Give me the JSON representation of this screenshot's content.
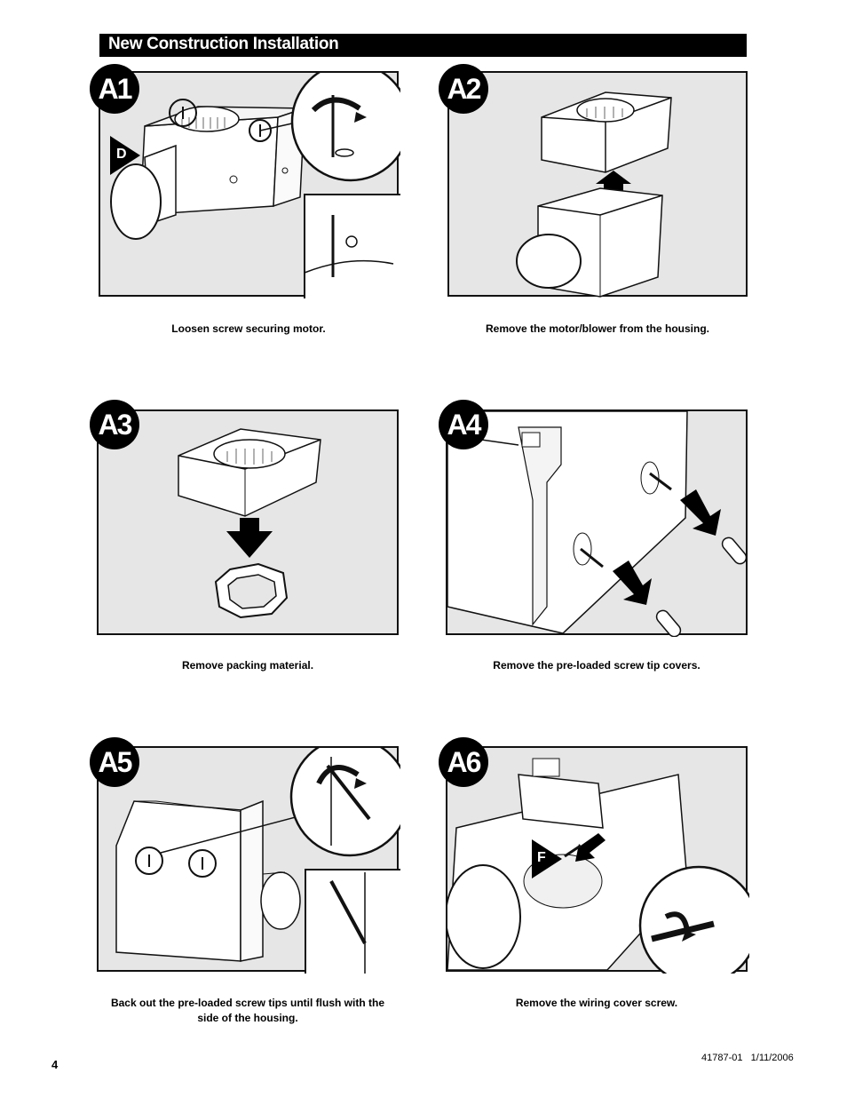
{
  "header": {
    "title": "New Construction Installation"
  },
  "steps": [
    {
      "id": "A1",
      "caption": "Loosen screw securing motor.",
      "marker": "D"
    },
    {
      "id": "A2",
      "caption": "Remove the motor/blower from the housing."
    },
    {
      "id": "A3",
      "caption": "Remove packing material."
    },
    {
      "id": "A4",
      "caption": "Remove the pre-loaded screw tip covers."
    },
    {
      "id": "A5",
      "caption_line1": "Back out the pre-loaded screw tips until flush with the",
      "caption_line2": "side of the housing."
    },
    {
      "id": "A6",
      "caption": "Remove the wiring cover screw.",
      "marker": "F"
    }
  ],
  "footer": {
    "page_number": "4",
    "doc_id": "41787-01   1/11/2006"
  }
}
